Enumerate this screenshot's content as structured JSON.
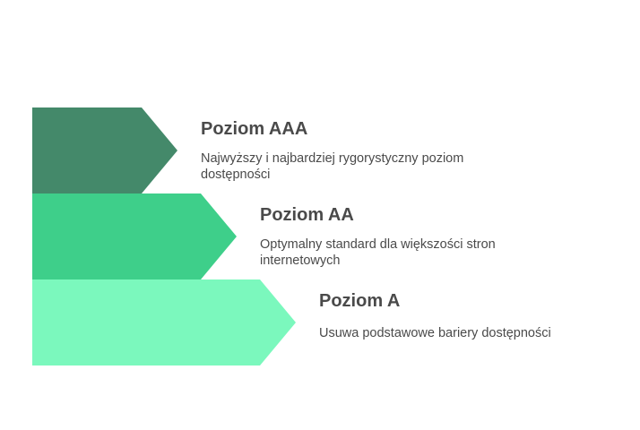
{
  "levels": [
    {
      "title": "Poziom AAA",
      "description": "Najwyższy i najbardziej rygorystyczny poziom dostępności",
      "color": "#44896A"
    },
    {
      "title": "Poziom AA",
      "description": "Optymalny standard dla większości stron internetowych",
      "color": "#3ECF8A"
    },
    {
      "title": "Poziom A",
      "description": "Usuwa podstawowe bariery dostępności",
      "color": "#7BF8BD"
    }
  ]
}
